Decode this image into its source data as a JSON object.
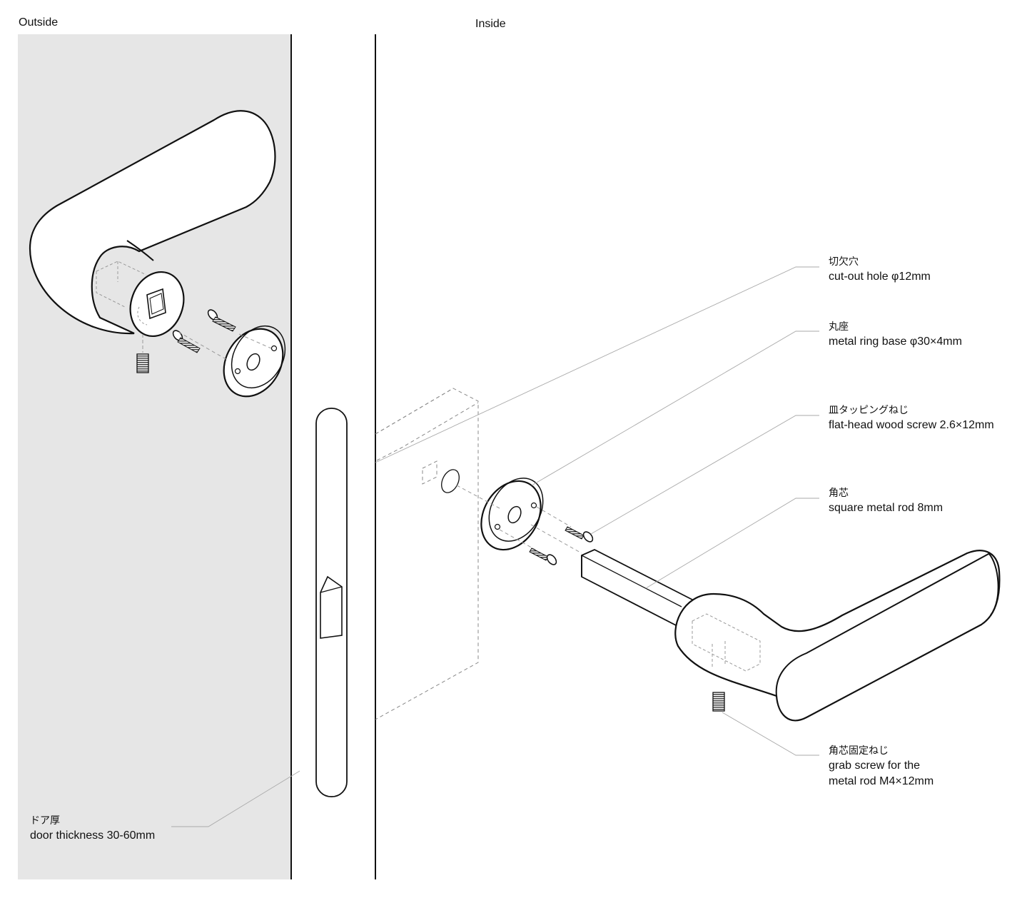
{
  "sides": {
    "outside": "Outside",
    "inside": "Inside"
  },
  "callouts": {
    "cut_out_hole": {
      "jp": "切欠穴",
      "en": "cut-out hole φ12mm"
    },
    "ring_base": {
      "jp": "丸座",
      "en": "metal ring base φ30×4mm"
    },
    "wood_screw": {
      "jp": "皿タッピングねじ",
      "en": "flat-head wood screw 2.6×12mm"
    },
    "square_rod": {
      "jp": "角芯",
      "en": "square metal rod 8mm"
    },
    "grab_screw": {
      "jp": "角芯固定ねじ",
      "en_line1": "grab screw for the",
      "en_line2": "metal rod M4×12mm"
    },
    "door_thickness": {
      "jp": "ドア厚",
      "en": "door thickness 30-60mm"
    }
  },
  "colors": {
    "outside_panel": "#e6e6e6",
    "line": "#111111",
    "leader": "#aaaaaa"
  }
}
